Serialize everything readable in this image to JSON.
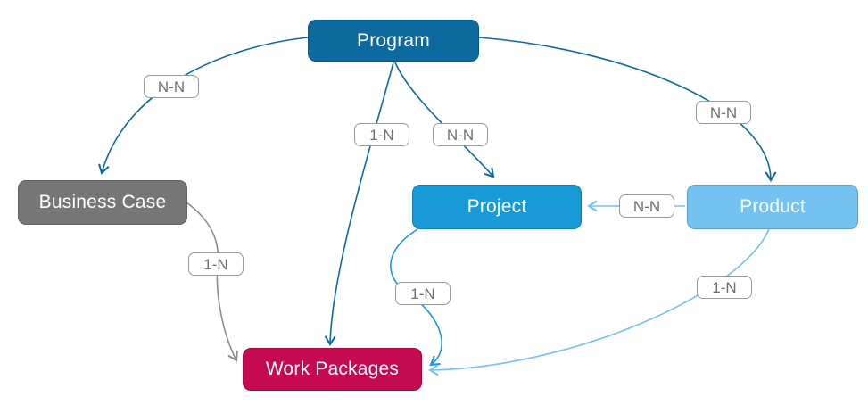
{
  "diagram": {
    "type": "entity-relationship",
    "background": "#ffffff"
  },
  "nodes": [
    {
      "id": "program",
      "label": "Program",
      "fill": "#0d6a9e",
      "text_color": "#ffffff"
    },
    {
      "id": "business-case",
      "label": "Business Case",
      "fill": "#767676",
      "text_color": "#ffffff"
    },
    {
      "id": "project",
      "label": "Project",
      "fill": "#189ad6",
      "text_color": "#ffffff"
    },
    {
      "id": "product",
      "label": "Product",
      "fill": "#73c2ef",
      "text_color": "#ffffff"
    },
    {
      "id": "work-packages",
      "label": "Work Packages",
      "fill": "#c40b4f",
      "text_color": "#ffffff"
    }
  ],
  "edges": [
    {
      "from": "Program",
      "to": "Business Case",
      "label": "N-N",
      "color": "#0d6a9e"
    },
    {
      "from": "Program",
      "to": "Work Packages",
      "label": "1-N",
      "color": "#0d6a9e"
    },
    {
      "from": "Program",
      "to": "Project",
      "label": "N-N",
      "color": "#0d6a9e"
    },
    {
      "from": "Program",
      "to": "Product",
      "label": "N-N",
      "color": "#0d6a9e"
    },
    {
      "from": "Product",
      "to": "Project",
      "label": "N-N",
      "color": "#73c2ef"
    },
    {
      "from": "Business Case",
      "to": "Work Packages",
      "label": "1-N",
      "color": "#8b8b8b"
    },
    {
      "from": "Project",
      "to": "Work Packages",
      "label": "1-N",
      "color": "#189ad6"
    },
    {
      "from": "Product",
      "to": "Work Packages",
      "label": "1-N",
      "color": "#73c2ef"
    }
  ],
  "styles": {
    "label_border": "#989898",
    "label_text": "#6f6f6f"
  }
}
